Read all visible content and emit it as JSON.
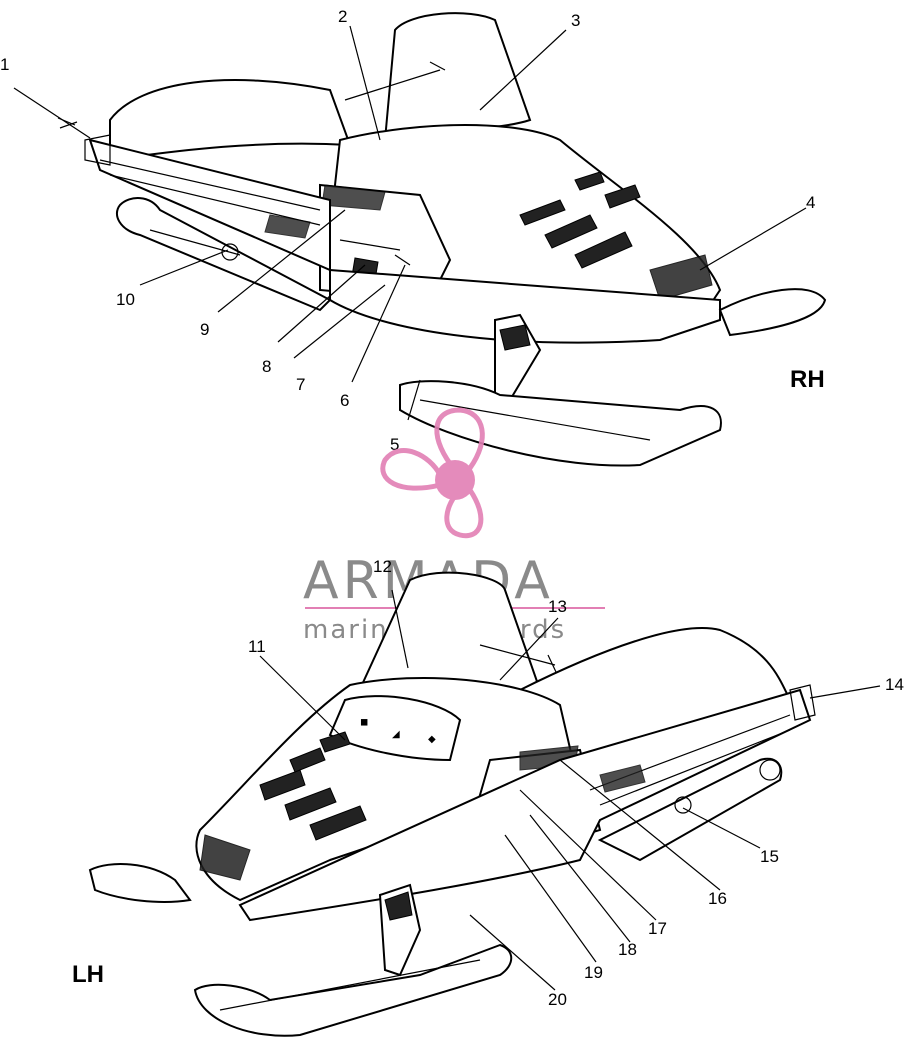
{
  "diagram": {
    "views": [
      {
        "id": "rh",
        "label": "RH"
      },
      {
        "id": "lh",
        "label": "LH"
      }
    ],
    "callouts": [
      "1",
      "2",
      "3",
      "4",
      "5",
      "6",
      "7",
      "8",
      "9",
      "10",
      "11",
      "12",
      "13",
      "14",
      "15",
      "16",
      "17",
      "18",
      "19",
      "20"
    ]
  },
  "watermark": {
    "title": "ARMADA",
    "subtitle": "marine outboards",
    "title_color": "#8a8a8a",
    "accent_color": "#e27fb4"
  }
}
